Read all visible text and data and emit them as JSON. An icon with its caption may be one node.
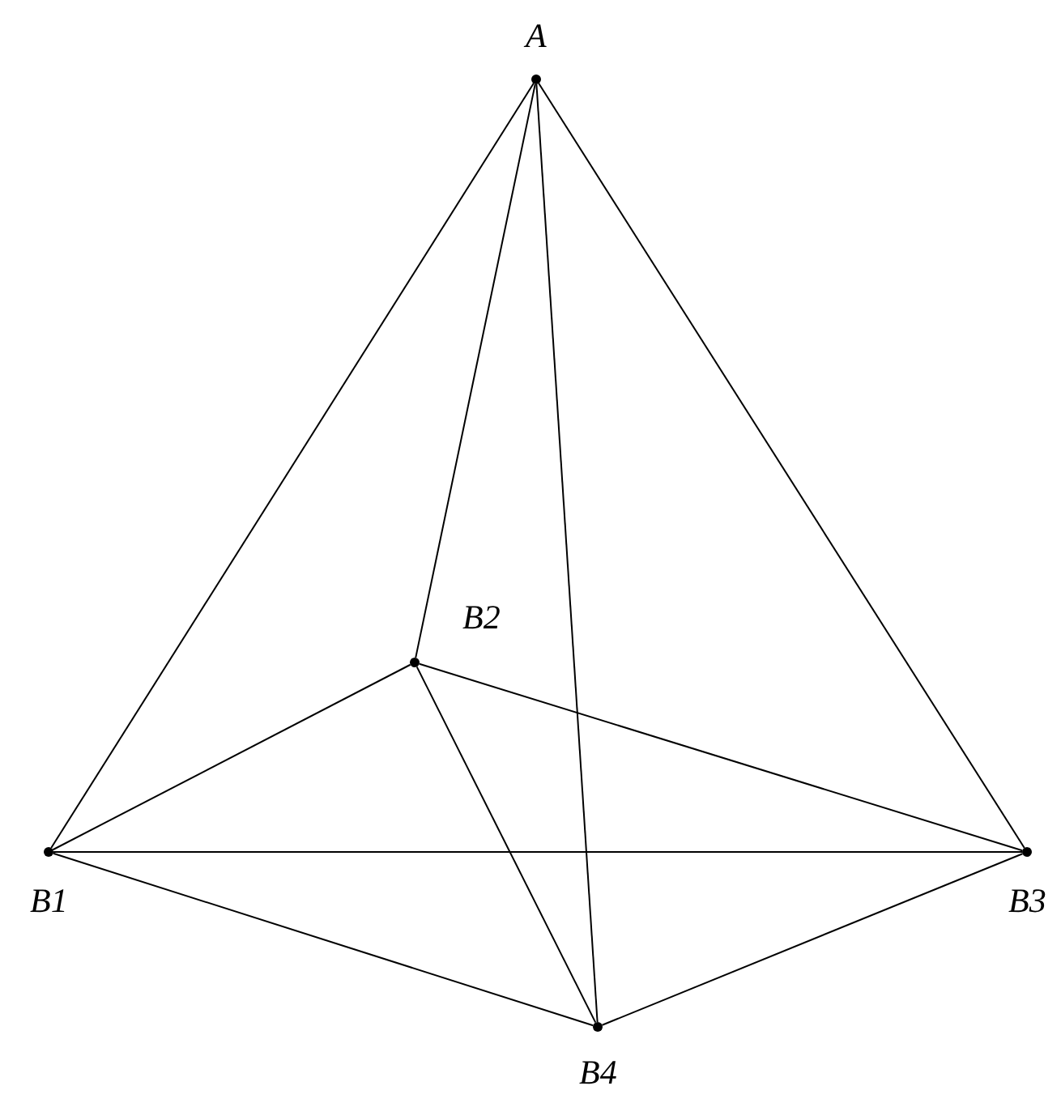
{
  "diagram": {
    "nodes": [
      {
        "text": [],
        "shape": "circle",
        "beside": [
          "A"
        ]
      },
      {
        "text": [],
        "shape": "circle",
        "beside": [
          "B2"
        ]
      },
      {
        "text": [],
        "shape": "circle",
        "beside": [
          "B1"
        ]
      },
      {
        "text": [],
        "shape": "circle",
        "beside": [
          "B3"
        ]
      },
      {
        "text": [],
        "shape": "circle",
        "beside": [
          "B4"
        ]
      }
    ],
    "edges": [
      {
        "from": 0,
        "to": 2,
        "arrow": "none"
      },
      {
        "from": 0,
        "to": 1,
        "arrow": "none"
      },
      {
        "from": 0,
        "to": 3,
        "arrow": "none"
      },
      {
        "from": 0,
        "to": 4,
        "arrow": "none"
      },
      {
        "from": 1,
        "to": 2,
        "arrow": "none"
      },
      {
        "from": 1,
        "to": 3,
        "arrow": "none"
      },
      {
        "from": 1,
        "to": 4,
        "arrow": "none"
      },
      {
        "from": 2,
        "to": 3,
        "arrow": "none"
      },
      {
        "from": 2,
        "to": 4,
        "arrow": "none"
      },
      {
        "from": 3,
        "to": 4,
        "arrow": "none"
      }
    ]
  }
}
